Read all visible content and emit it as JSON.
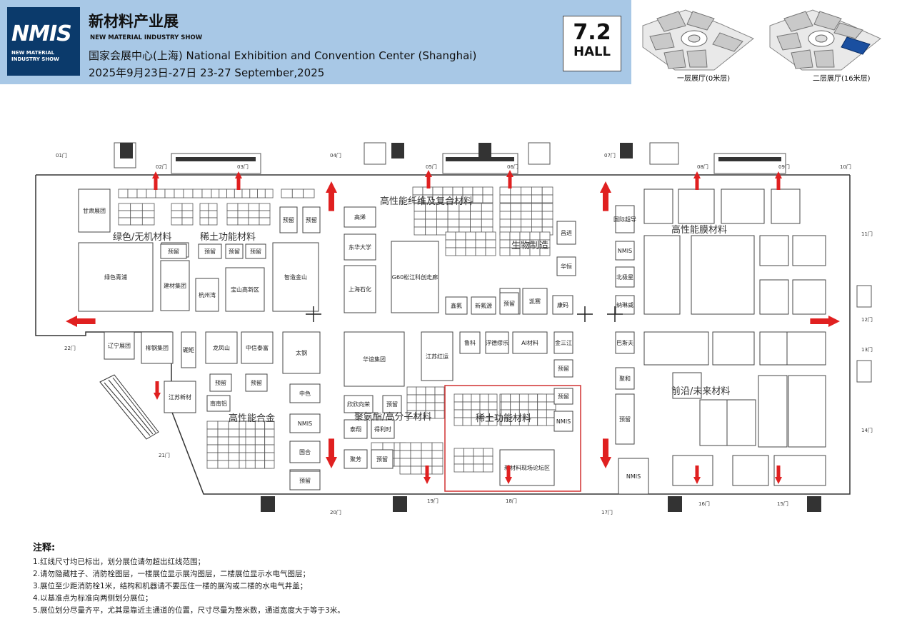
{
  "header": {
    "logo_text": "NMIS",
    "logo_sub_line1": "NEW MATERIAL",
    "logo_sub_line2": "INDUSTRY SHOW",
    "title_cn": "新材料产业展",
    "title_en": "NEW MATERIAL INDUSTRY SHOW",
    "venue": "国家会展中心(上海)   National Exhibition and Convention Center (Shanghai)",
    "dates": "2025年9月23日-27日    23-27 September,2025",
    "hall_number": "7.2",
    "hall_label": "HALL"
  },
  "minimaps": {
    "floor1_caption": "一层展厅(0米层)",
    "floor2_caption": "二层展厅(16米层)",
    "highlight_color": "#1a4fa0"
  },
  "zones": {
    "green": "绿色/无机材料",
    "rare_earth_left": "稀土功能材料",
    "fiber": "高性能纤维及复合材料",
    "bio": "生物制造",
    "film": "高性能膜材料",
    "alloy": "高性能合金",
    "polyurethane": "聚氨酯/高分子材料",
    "rare_earth_center": "稀土功能材料",
    "frontier": "前沿/未来材料"
  },
  "gates": [
    "01门",
    "02门",
    "03门",
    "04门",
    "05门",
    "06门",
    "07门",
    "08门",
    "09门",
    "10门",
    "11门",
    "12门",
    "13门",
    "14门",
    "15门",
    "16门",
    "17门",
    "18门",
    "19门",
    "20门",
    "21门",
    "22门"
  ],
  "booths": {
    "gansu": "甘肃展团",
    "green_qingpu": "绿色青浦",
    "jiancai": "建材集团",
    "hangzhouwan": "杭州湾",
    "baoshan": "宝山高新区",
    "zhizao_jinshan": "智造金山",
    "gaoxi": "高烯",
    "donghua": "东华大学",
    "shanghai_shihua": "上海石化",
    "g60": "G60松江科创走廊",
    "xinfu": "鑫氟",
    "xinfuyuan": "新氟源",
    "yuliu": "预留",
    "kaisai": "凯赛",
    "kangma": "康码",
    "guoji_chaodao": "国际超导",
    "nmis": "NMIS",
    "beijixing": "北极星",
    "nashiwei": "纳琳威",
    "changjin": "昌进",
    "huaheng": "华恒",
    "liaoning": "辽宁展团",
    "liugang": "柳钢集团",
    "pengju": "硼矩",
    "longfengshan": "龙凤山",
    "zhongxin_taifu": "中信泰富",
    "taigang": "太钢",
    "huayi": "华谊集团",
    "jiangsu_hongyun": "江苏红运",
    "luke": "鲁科",
    "fudeyuele": "浮德缪乐",
    "ai_material": "AI材料",
    "jinsanjiang": "金三江",
    "basf": "巴斯夫",
    "juhe": "聚和",
    "jiangsu_xincai": "江苏新材",
    "nanshan_lv": "南南铝",
    "zhongse": "中色",
    "guohe": "国合",
    "xinhexiangrong": "欣欣向荣",
    "taixiang": "泰翔",
    "delide": "得利时",
    "ziyu": "聚芳",
    "forum": "新材料现场论坛区"
  },
  "notes": {
    "title": "注释:",
    "lines": [
      "1.红线尺寸均已标出，划分展位请勿超出红线范围；",
      "2.请勿隐藏柱子、消防栓图层，一楼展位显示展沟图层，二楼展位显示水电气图层；",
      "3.展位至少距消防栓1米，结构和机器请不要压住一楼的展沟或二楼的水电气井盖；",
      "4.以基准点为标准向两侧划分展位；",
      "5.展位划分尽量齐平，尤其是靠近主通道的位置，尺寸尽量为整米数，通道宽度大于等于3米。"
    ]
  },
  "colors": {
    "header_bg": "#a8c8e6",
    "arrow_red": "#e02020",
    "zone_label": "#333333",
    "highlight_box": "#d03030"
  }
}
